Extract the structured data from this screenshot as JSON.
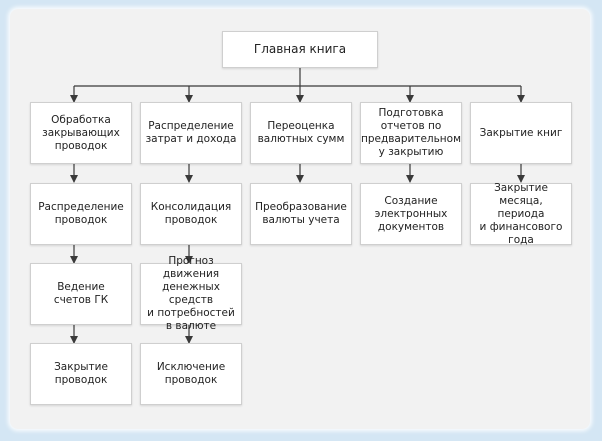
{
  "root": "Главная книга",
  "columns": [
    [
      "Обработка\nзакрывающих\nпроводок",
      "Распределение\nпроводок",
      "Ведение\nсчетов ГК",
      "Закрытие\nпроводок"
    ],
    [
      "Распределение\nзатрат и дохода",
      "Консолидация\nпроводок",
      "Прогноз движения\nденежных средств\nи потребностей\nв валюте",
      "Исключение\nпроводок"
    ],
    [
      "Переоценка\nвалютных сумм",
      "Преобразование\nвалюты учета"
    ],
    [
      "Подготовка\nотчетов по\nпредварительном\nу закрытию",
      "Создание\nэлектронных\nдокументов"
    ],
    [
      "Закрытие книг",
      "Закрытие месяца,\nпериода\nи финансового\nгода"
    ]
  ],
  "colors": {
    "background": "#d4e6f4",
    "canvas": "#f2f2f2",
    "box": "#ffffff",
    "line": "#3a3a3a"
  }
}
